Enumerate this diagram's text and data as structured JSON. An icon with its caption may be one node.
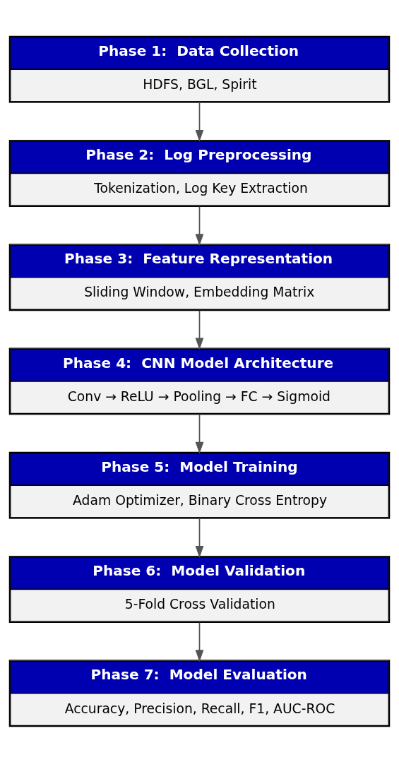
{
  "diagram": {
    "nodes": [
      {
        "text": [
          "Phase 1:  Data Collection",
          "HDFS, BGL, Spirit"
        ]
      },
      {
        "text": [
          "Phase 2:  Log Preprocessing",
          "Tokenization, Log Key Extraction"
        ]
      },
      {
        "text": [
          "Phase 3:  Feature Representation",
          "Sliding Window, Embedding Matrix"
        ]
      },
      {
        "text": [
          "Phase 4:  CNN Model Architecture",
          "Conv → ReLU → Pooling → FC → Sigmoid"
        ]
      },
      {
        "text": [
          "Phase 5:  Model Training",
          "Adam Optimizer, Binary Cross Entropy"
        ]
      },
      {
        "text": [
          "Phase 6:  Model Validation",
          "5-Fold Cross Validation"
        ]
      },
      {
        "text": [
          "Phase 7:  Model Evaluation",
          "Accuracy, Precision, Recall, F1, AUC-ROC"
        ]
      }
    ],
    "edges": [
      {
        "from": 0,
        "to": 1,
        "arrow": "to"
      },
      {
        "from": 1,
        "to": 2,
        "arrow": "to"
      },
      {
        "from": 2,
        "to": 3,
        "arrow": "to"
      },
      {
        "from": 3,
        "to": 4,
        "arrow": "to"
      },
      {
        "from": 4,
        "to": 5,
        "arrow": "to"
      },
      {
        "from": 5,
        "to": 6,
        "arrow": "to"
      }
    ]
  }
}
